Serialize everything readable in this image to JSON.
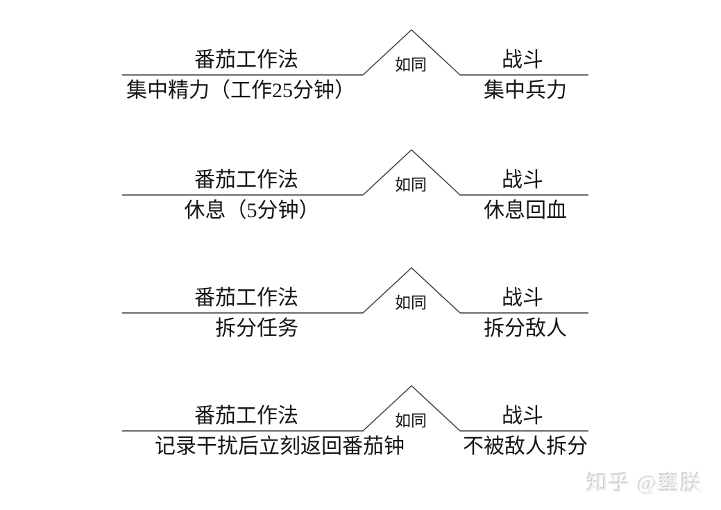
{
  "diagram": {
    "description_marker": "如同",
    "colors": {
      "background": "#ffffff",
      "line": "#3d3d3d",
      "text": "#141414",
      "watermark": "#f3f2f0"
    }
  },
  "rows": [
    {
      "left_top": "番茄工作法",
      "left_bottom": "集中精力（工作25分钟）",
      "middle": "如同",
      "right_top": "战斗",
      "right_bottom": "集中兵力"
    },
    {
      "left_top": "番茄工作法",
      "left_bottom": "休息（5分钟）",
      "middle": "如同",
      "right_top": "战斗",
      "right_bottom": "休息回血"
    },
    {
      "left_top": "番茄工作法",
      "left_bottom": "拆分任务",
      "middle": "如同",
      "right_top": "战斗",
      "right_bottom": "拆分敌人"
    },
    {
      "left_top": "番茄工作法",
      "left_bottom": "记录干扰后立刻返回番茄钟",
      "middle": "如同",
      "right_top": "战斗",
      "right_bottom": "不被敌人拆分"
    }
  ],
  "watermark": {
    "text": "知乎 @壅朕"
  }
}
